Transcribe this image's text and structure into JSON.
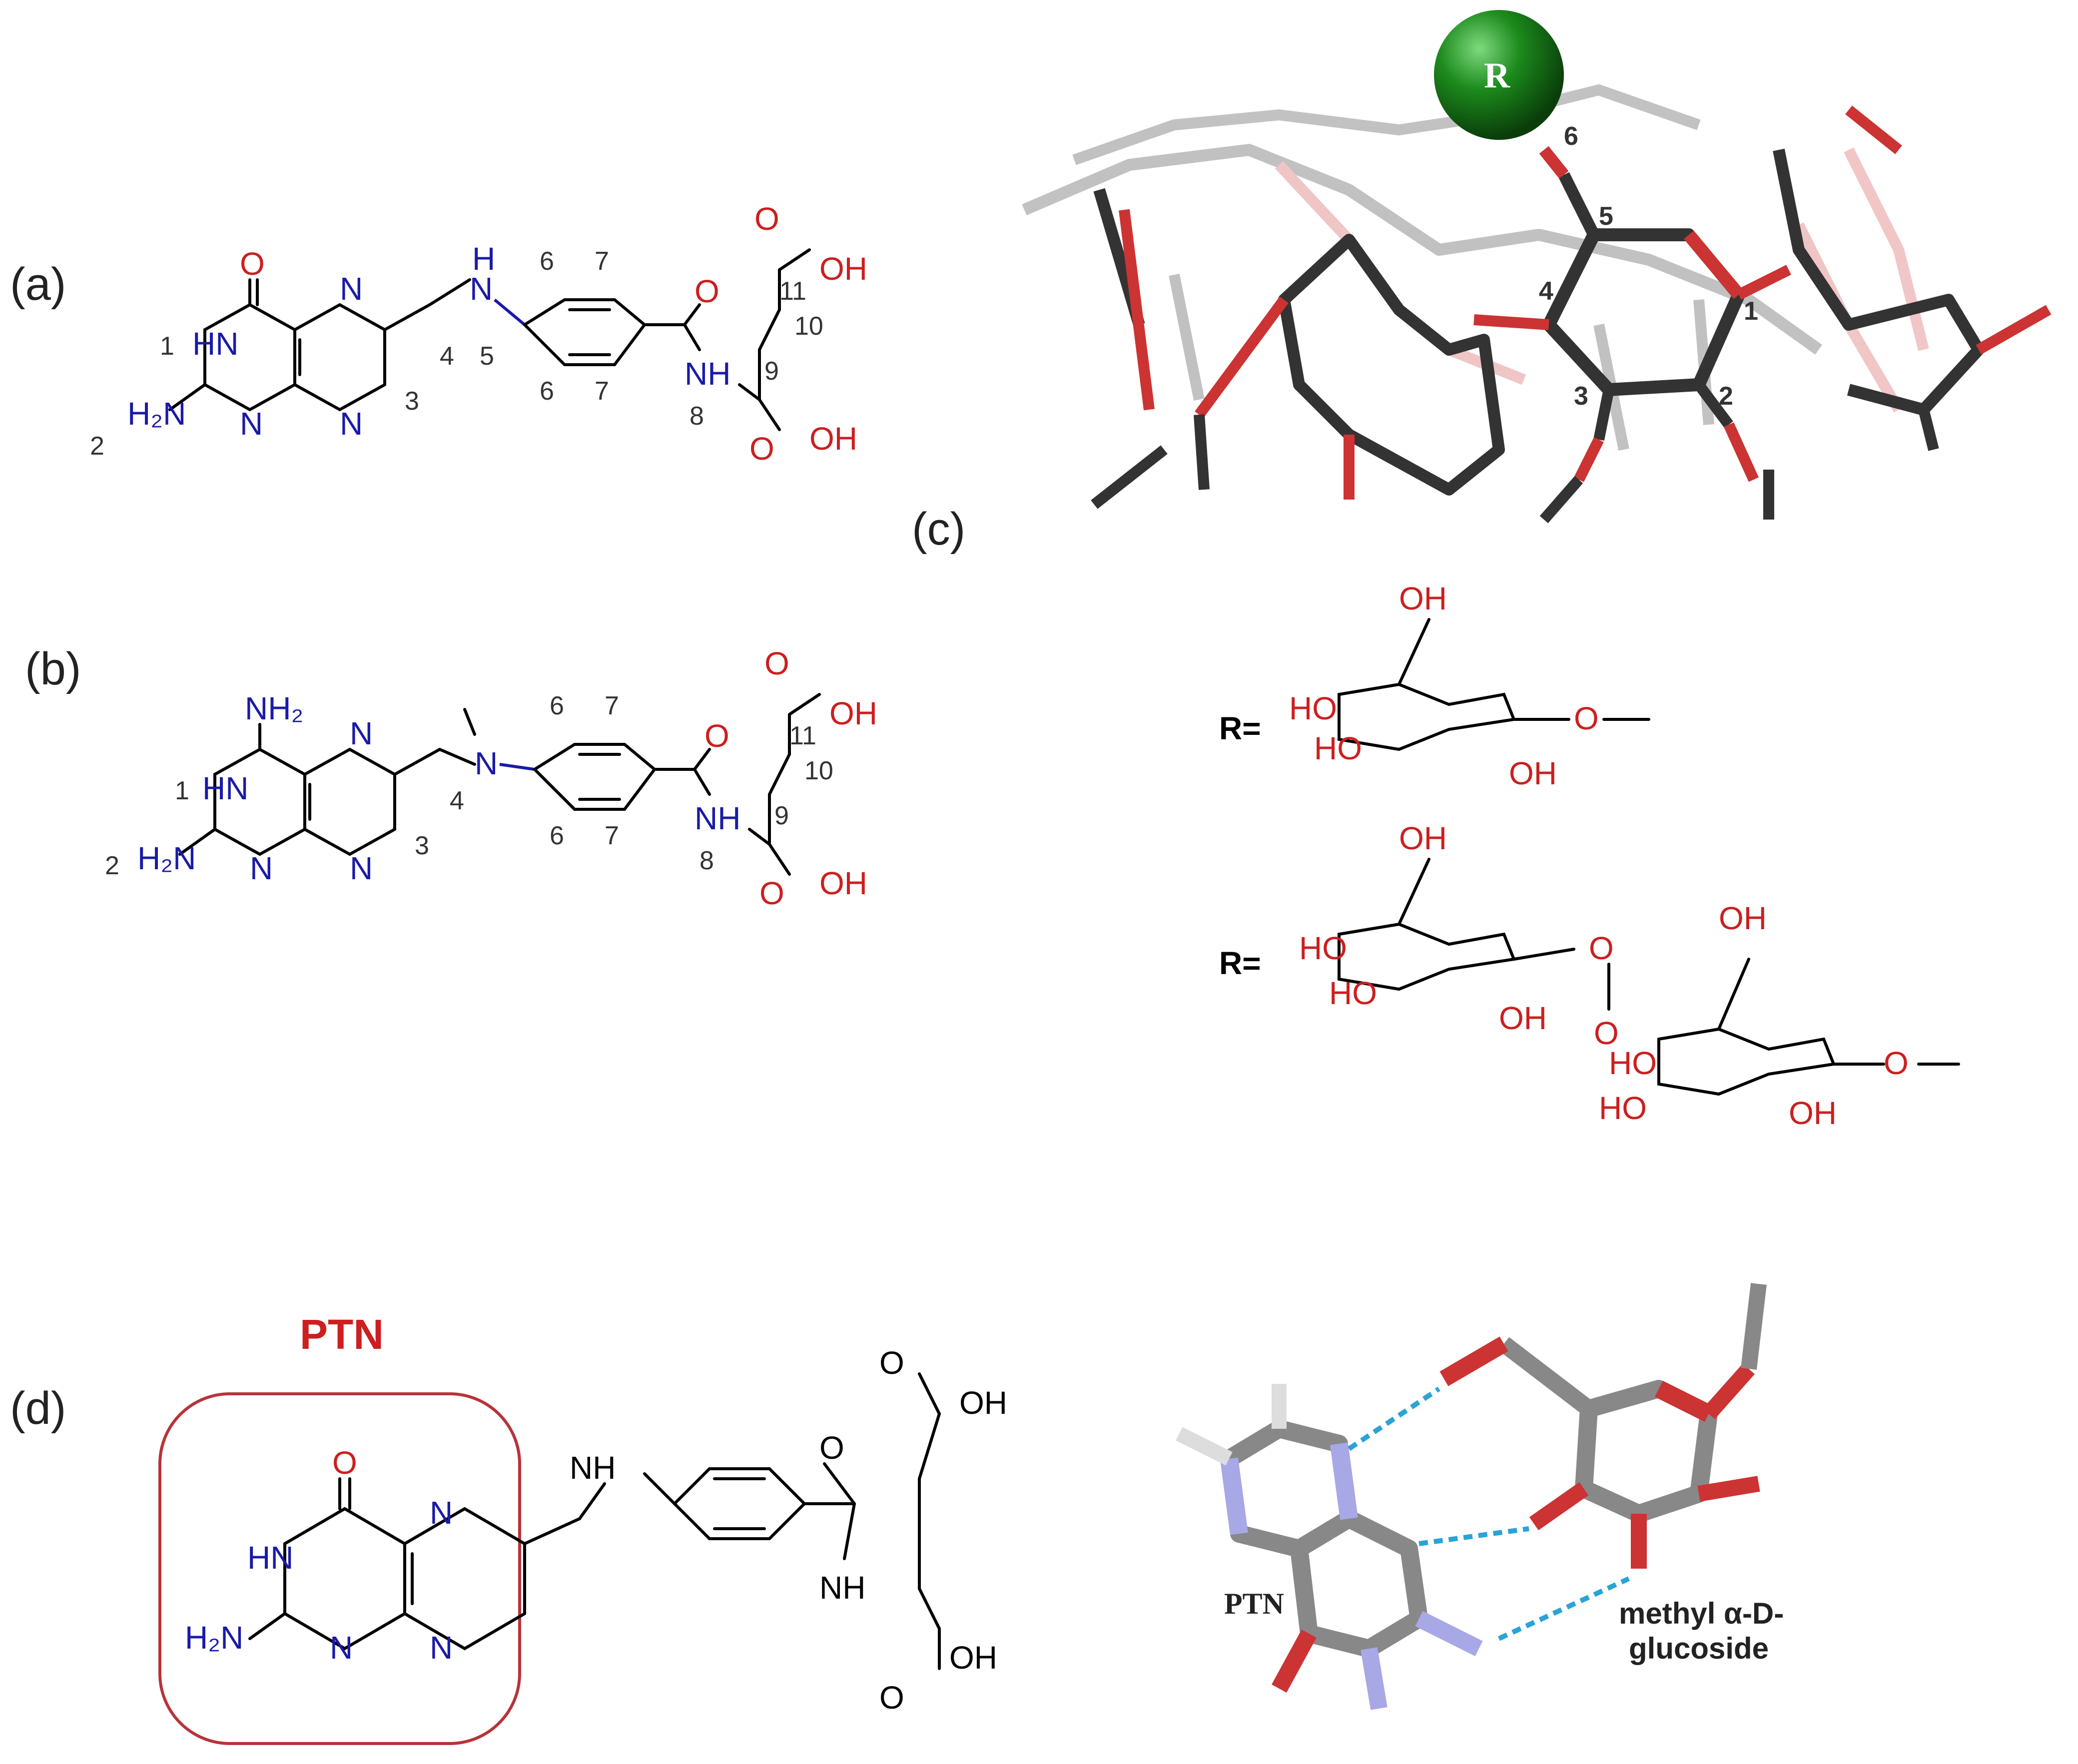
{
  "panels": {
    "a": {
      "label": "(a)",
      "atoms": {
        "O_keto": "O",
        "N_pyr1": "N",
        "N_pyr2": "N",
        "N_pyr3": "N",
        "HN1": "HN",
        "H2N": "H₂N",
        "NH5": "N",
        "H5": "H",
        "O_amide": "O",
        "NH8": "NH",
        "O11a": "O",
        "OH11": "OH",
        "O9a": "O",
        "OH9": "OH"
      },
      "numbers": [
        "1",
        "2",
        "3",
        "4",
        "5",
        "6",
        "7",
        "6",
        "7",
        "8",
        "9",
        "10",
        "11"
      ]
    },
    "b": {
      "label": "(b)",
      "atoms": {
        "NH2top": "NH₂",
        "N_pyr1": "N",
        "N_pyr2": "N",
        "N_pyr3": "N",
        "HN1": "HN",
        "H2N": "H₂N",
        "N5": "N",
        "O_amide": "O",
        "NH8": "NH",
        "O11a": "O",
        "OH11": "OH",
        "O9a": "O",
        "OH9": "OH"
      },
      "numbers": [
        "1",
        "2",
        "3",
        "4",
        "6",
        "7",
        "6",
        "7",
        "8",
        "9",
        "10",
        "11"
      ]
    },
    "c": {
      "label": "(c)",
      "R_sphere": "R",
      "ring_numbers": [
        "1",
        "2",
        "3",
        "4",
        "5",
        "6"
      ],
      "r_defs": [
        {
          "prefix": "R=",
          "groups": [
            "OH",
            "HO",
            "HO",
            "OH",
            "O"
          ]
        },
        {
          "prefix": "R=",
          "groups": [
            "OH",
            "HO",
            "HO",
            "OH",
            "O",
            "O",
            "OH",
            "HO",
            "HO",
            "OH",
            "O"
          ]
        }
      ]
    },
    "d": {
      "label": "(d)",
      "title": "PTN",
      "atoms": {
        "O_keto": "O",
        "HN": "HN",
        "H2N": "H₂N",
        "N_a": "N",
        "N_b": "N",
        "N_c": "N",
        "NH": "NH",
        "O_amide": "O",
        "NH_am": "NH",
        "O11": "O",
        "OH11": "OH",
        "O9": "O",
        "OH9": "OH"
      },
      "model_labels": {
        "ptn": "PTN",
        "glucoside_line1": "methyl α-D-",
        "glucoside_line2": "glucoside"
      }
    }
  },
  "colors": {
    "blue": "#1a1aa8",
    "red": "#cc1f1f",
    "black": "#000000",
    "grey_bond": "#555555",
    "green_sphere": "#1c7a1c",
    "hbond": "#2aa3d6",
    "box": "#b8333a"
  }
}
